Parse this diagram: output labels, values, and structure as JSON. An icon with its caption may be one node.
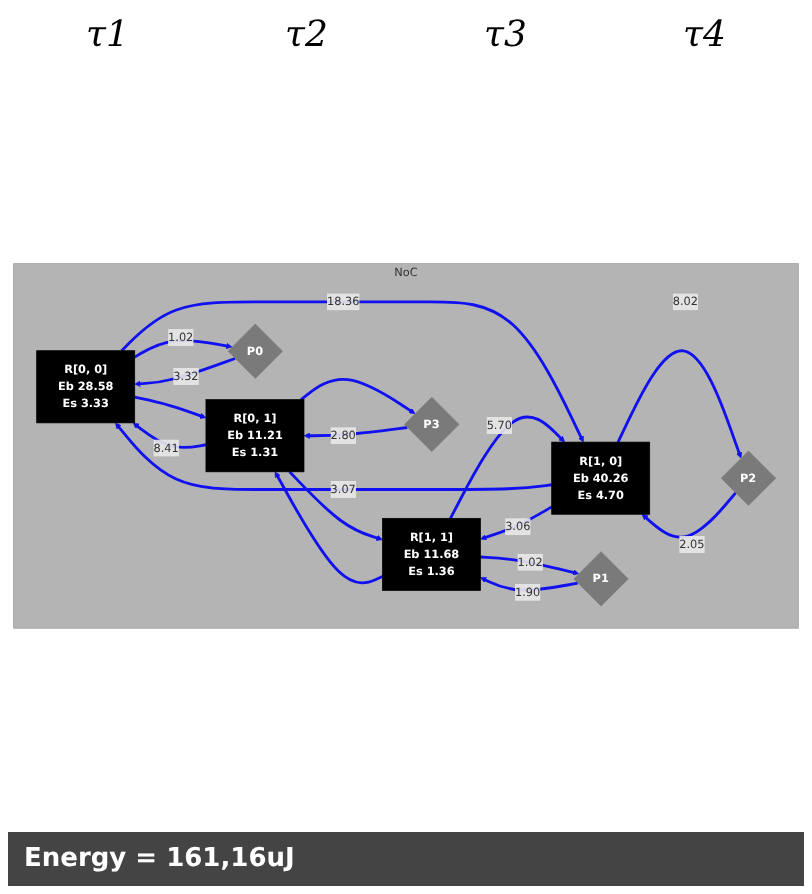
{
  "diagram": {
    "nodes": [
      {
        "text": [
          "NoC"
        ]
      },
      {
        "text": [
          "R[0, 0]",
          "Eb 28.58",
          "Es 3.33"
        ],
        "in": 0
      },
      {
        "text": [
          "R[0, 1]",
          "Eb 11.21",
          "Es 1.31"
        ],
        "in": 0
      },
      {
        "text": [
          "P0"
        ],
        "in": 0
      },
      {
        "text": [
          "P3"
        ],
        "in": 0
      },
      {
        "text": [
          "R[1, 0]",
          "Eb 40.26",
          "Es 4.70"
        ],
        "in": 0
      },
      {
        "text": [
          "R[1, 1]",
          "Eb 11.68",
          "Es 1.36"
        ],
        "in": 0
      },
      {
        "text": [
          "P2"
        ],
        "in": 0
      },
      {
        "text": [
          "P1"
        ],
        "in": 0
      }
    ],
    "edges": [
      {
        "from": 2,
        "to": 1,
        "arrow": "to",
        "label": "8.41"
      },
      {
        "from": 1,
        "to": 2,
        "arrow": "to"
      },
      {
        "from": 1,
        "to": 5,
        "arrow": "to",
        "label": "18.36"
      },
      {
        "from": 5,
        "to": 1,
        "arrow": "to",
        "label": "3.07"
      },
      {
        "from": 1,
        "to": 3,
        "arrow": "to",
        "label": "1.02"
      },
      {
        "from": 3,
        "to": 1,
        "arrow": "to",
        "label": "3.32"
      },
      {
        "from": 2,
        "to": 6,
        "arrow": "to"
      },
      {
        "from": 6,
        "to": 2,
        "arrow": "to"
      },
      {
        "from": 2,
        "to": 4,
        "arrow": "to"
      },
      {
        "from": 4,
        "to": 2,
        "arrow": "to",
        "label": "2.80"
      },
      {
        "from": 6,
        "to": 5,
        "arrow": "to",
        "label": "5.70"
      },
      {
        "from": 5,
        "to": 6,
        "arrow": "to",
        "label": "3.06"
      },
      {
        "from": 5,
        "to": 7,
        "arrow": "to",
        "label": "8.02"
      },
      {
        "from": 7,
        "to": 5,
        "arrow": "to",
        "label": "2.05"
      },
      {
        "from": 6,
        "to": 8,
        "arrow": "to",
        "label": "1.02"
      },
      {
        "from": 8,
        "to": 6,
        "arrow": "to",
        "label": "1.90"
      }
    ],
    "labels": [
      "τ1",
      "τ2",
      "τ3",
      "τ4",
      "Energy = 161,16uJ"
    ]
  }
}
